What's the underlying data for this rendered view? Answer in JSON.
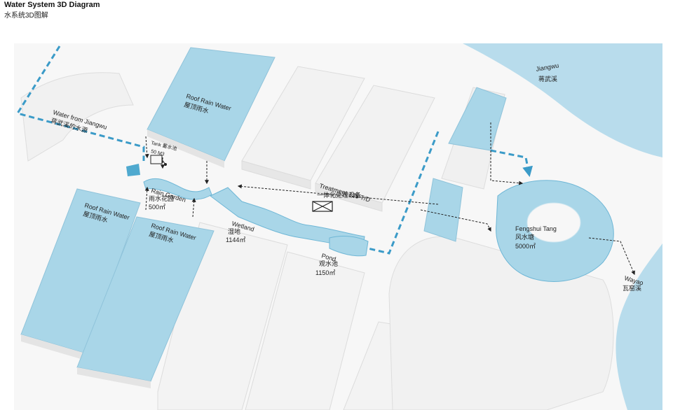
{
  "header": {
    "title": "Water System 3D Diagram",
    "subtitle": "水系统3D图解"
  },
  "labels": {
    "water_from_en": "Water from Jiangwu",
    "water_from_zh": "蒋武溪的水源",
    "tank_en": "Tank 蓄水池",
    "tank_zh": "50 M3",
    "roof_en": "Roof Rain Water",
    "roof_zh": "屋顶雨水",
    "garden_en": "Rain Garden",
    "garden_zh": "雨水花园",
    "garden_area": "500㎡",
    "wetland_en": "Wetland",
    "wetland_zh": "湿地",
    "wetland_area": "1144㎡",
    "treatment_en": "Treatment 135 T/D",
    "treatment_zh": "一体化处理设备",
    "pond_en": "Pond",
    "pond_zh": "观水池",
    "pond_area": "1150㎡",
    "jiangwu_en": "Jiangwu",
    "jiangwu_zh": "蒋武溪",
    "fengshui_en": "Fengshui Tang",
    "fengshui_zh": "风水塘",
    "fengshui_area": "5000㎡",
    "wayao_en": "Wayao",
    "wayao_zh": "瓦窑溪"
  },
  "colors": {
    "water": "#a9d6e8",
    "water_dark": "#4fa9cf",
    "pipe": "#3b9bc8",
    "building": "#f4f4f4",
    "edge": "#d9d9d9",
    "arrow": "#222222"
  }
}
